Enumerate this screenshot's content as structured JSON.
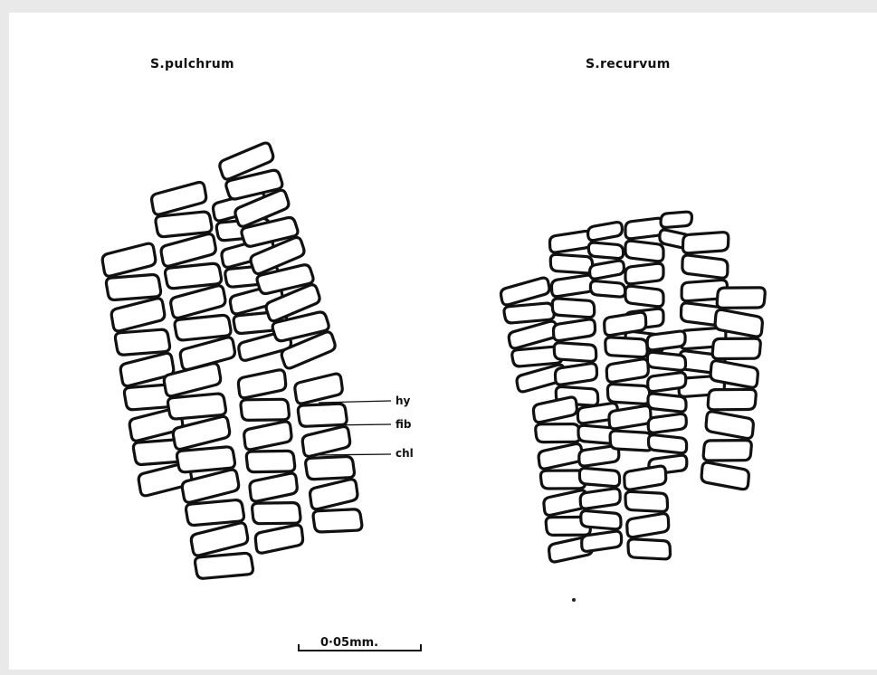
{
  "figure": {
    "left_title": "S.pulchrum",
    "right_title": "S.recurvum",
    "labels": {
      "hyaline": "hy",
      "fibril": "fib",
      "chlorophyllose": "chl"
    },
    "scale_bar": "0·05mm."
  }
}
